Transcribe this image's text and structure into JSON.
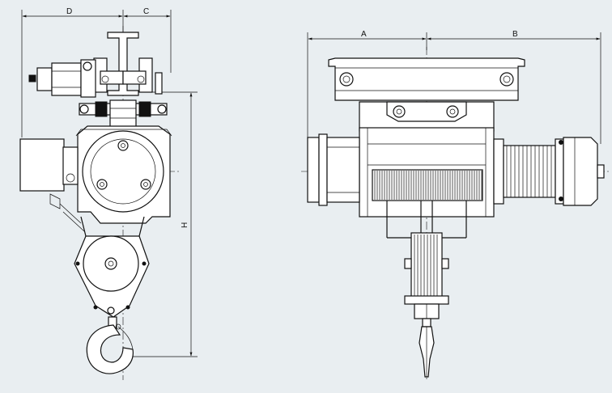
{
  "drawing": {
    "side_view": {
      "dimensions": {
        "d": "D",
        "c": "C",
        "h": "H"
      }
    },
    "front_view": {
      "dimensions": {
        "a": "A",
        "b": "B"
      }
    }
  }
}
